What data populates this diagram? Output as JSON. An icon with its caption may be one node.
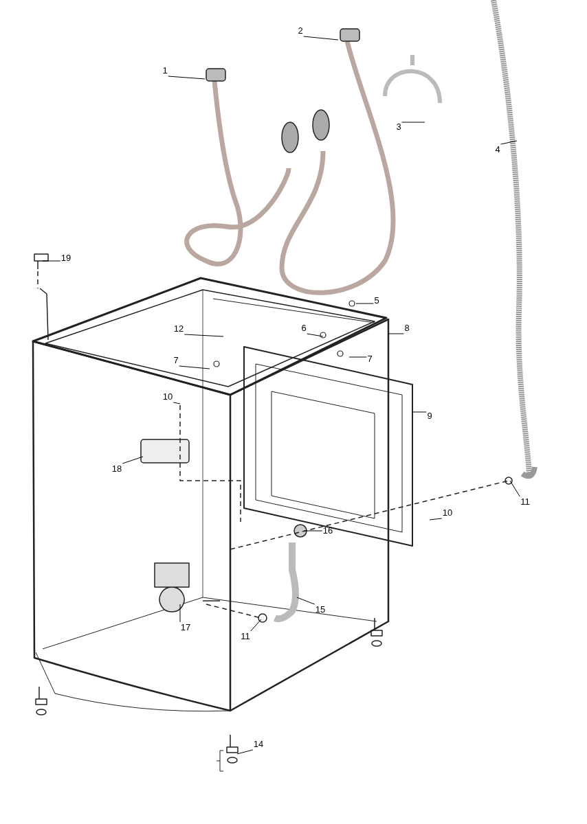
{
  "diagram": {
    "nodes": [
      {
        "text": [
          "2"
        ]
      },
      {
        "text": [
          "1"
        ]
      },
      {
        "text": [
          "3"
        ]
      },
      {
        "text": [
          "4"
        ]
      },
      {
        "text": [
          "19"
        ]
      },
      {
        "text": [
          "5"
        ]
      },
      {
        "text": [
          "6"
        ]
      },
      {
        "text": [
          "12"
        ]
      },
      {
        "text": [
          "8"
        ]
      },
      {
        "text": [
          "7"
        ]
      },
      {
        "text": [
          "7"
        ]
      },
      {
        "text": [
          "10"
        ]
      },
      {
        "text": [
          "9"
        ]
      },
      {
        "text": [
          "18"
        ]
      },
      {
        "text": [
          "11"
        ]
      },
      {
        "text": [
          "10"
        ]
      },
      {
        "text": [
          "16"
        ]
      },
      {
        "text": [
          "15"
        ]
      },
      {
        "text": [
          "17"
        ]
      },
      {
        "text": [
          "11"
        ]
      },
      {
        "text": [
          "14"
        ]
      }
    ],
    "edges": [
      {
        "from": 0,
        "to": null,
        "arrow": "none"
      },
      {
        "from": 1,
        "to": null,
        "arrow": "none"
      },
      {
        "from": 2,
        "to": null,
        "arrow": "none"
      },
      {
        "from": 3,
        "to": null,
        "arrow": "none"
      },
      {
        "from": 4,
        "to": null,
        "arrow": "none"
      },
      {
        "from": 5,
        "to": null,
        "arrow": "none"
      },
      {
        "from": 6,
        "to": null,
        "arrow": "none"
      },
      {
        "from": 7,
        "to": null,
        "arrow": "none"
      },
      {
        "from": 8,
        "to": null,
        "arrow": "none"
      },
      {
        "from": 9,
        "to": null,
        "arrow": "none"
      },
      {
        "from": 10,
        "to": null,
        "arrow": "none"
      },
      {
        "from": 11,
        "to": null,
        "arrow": "none"
      },
      {
        "from": 12,
        "to": null,
        "arrow": "none"
      },
      {
        "from": 13,
        "to": null,
        "arrow": "none"
      },
      {
        "from": 14,
        "to": null,
        "arrow": "none"
      },
      {
        "from": 15,
        "to": null,
        "arrow": "none"
      },
      {
        "from": 16,
        "to": null,
        "arrow": "none"
      },
      {
        "from": 17,
        "to": null,
        "arrow": "none"
      },
      {
        "from": 18,
        "to": null,
        "arrow": "none"
      },
      {
        "from": 19,
        "to": null,
        "arrow": "none"
      },
      {
        "from": 20,
        "to": null,
        "arrow": "none"
      }
    ]
  }
}
